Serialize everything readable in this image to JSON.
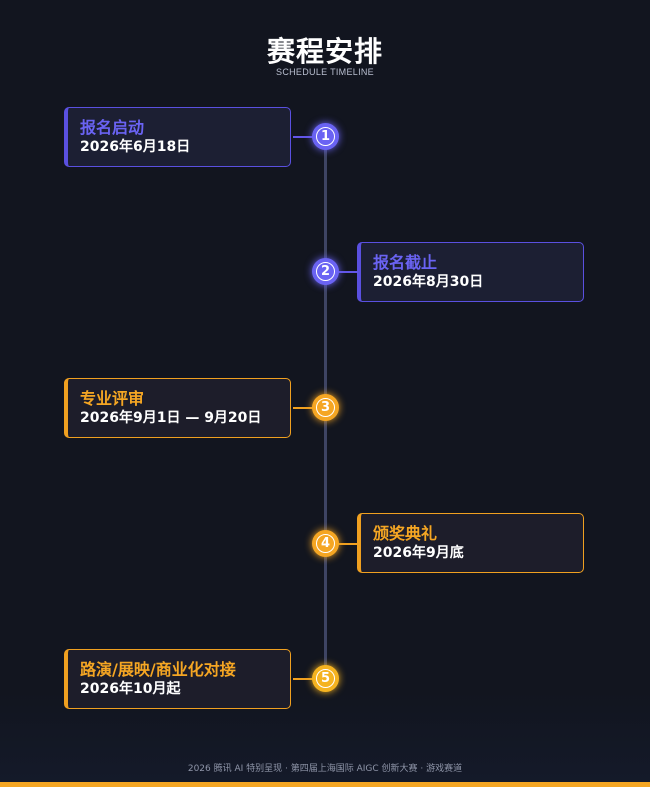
{
  "header": {
    "title": "赛程安排",
    "subtitle": "SCHEDULE TIMELINE"
  },
  "colors": {
    "accent_purple": "#6a63f3",
    "accent_orange": "#f5a623",
    "background": "#12151f"
  },
  "timeline": [
    {
      "number": "1",
      "name": "报名启动",
      "date": "2026年6月18日",
      "side": "left",
      "color": "purple"
    },
    {
      "number": "2",
      "name": "报名截止",
      "date": "2026年8月30日",
      "side": "right",
      "color": "purple"
    },
    {
      "number": "3",
      "name": "专业评审",
      "date": "2026年9月1日 — 9月20日",
      "side": "left",
      "color": "orange"
    },
    {
      "number": "4",
      "name": "颁奖典礼",
      "date": "2026年9月底",
      "side": "right",
      "color": "orange"
    },
    {
      "number": "5",
      "name": "路演/展映/商业化对接",
      "date": "2026年10月起",
      "side": "left",
      "color": "orange"
    }
  ],
  "footer": {
    "text": "2026 腾讯 AI 特别呈现 · 第四届上海国际 AIGC 创新大赛 · 游戏赛道"
  }
}
